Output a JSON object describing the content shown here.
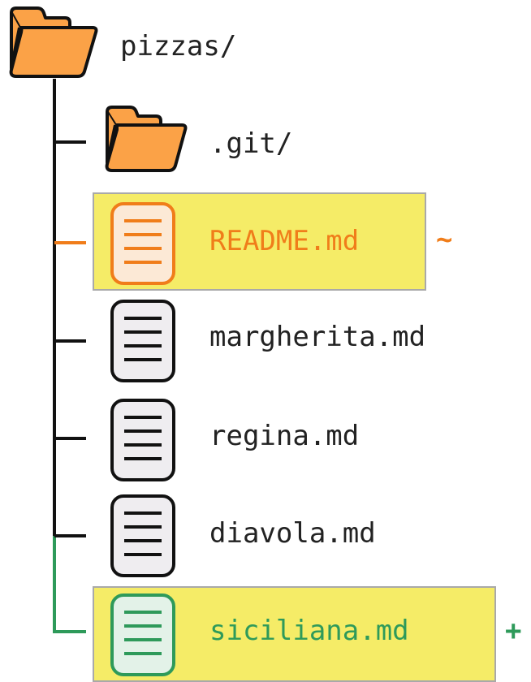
{
  "root": {
    "label": "pizzas/",
    "icon": "folder-icon"
  },
  "items": [
    {
      "label": ".git/",
      "kind": "folder",
      "icon": "folder-icon",
      "status": "unchanged"
    },
    {
      "label": "README.md",
      "kind": "file",
      "icon": "file-icon",
      "status": "modified",
      "marker": "~"
    },
    {
      "label": "margherita.md",
      "kind": "file",
      "icon": "file-icon",
      "status": "unchanged"
    },
    {
      "label": "regina.md",
      "kind": "file",
      "icon": "file-icon",
      "status": "unchanged"
    },
    {
      "label": "diavola.md",
      "kind": "file",
      "icon": "file-icon",
      "status": "unchanged"
    },
    {
      "label": "siciliana.md",
      "kind": "file",
      "icon": "file-icon",
      "status": "added",
      "marker": "+"
    }
  ],
  "colors": {
    "highlight": "#f5ec67",
    "modified": "#f07d1a",
    "added": "#2e9a5a",
    "folder": "#fba247",
    "line": "#111111"
  }
}
